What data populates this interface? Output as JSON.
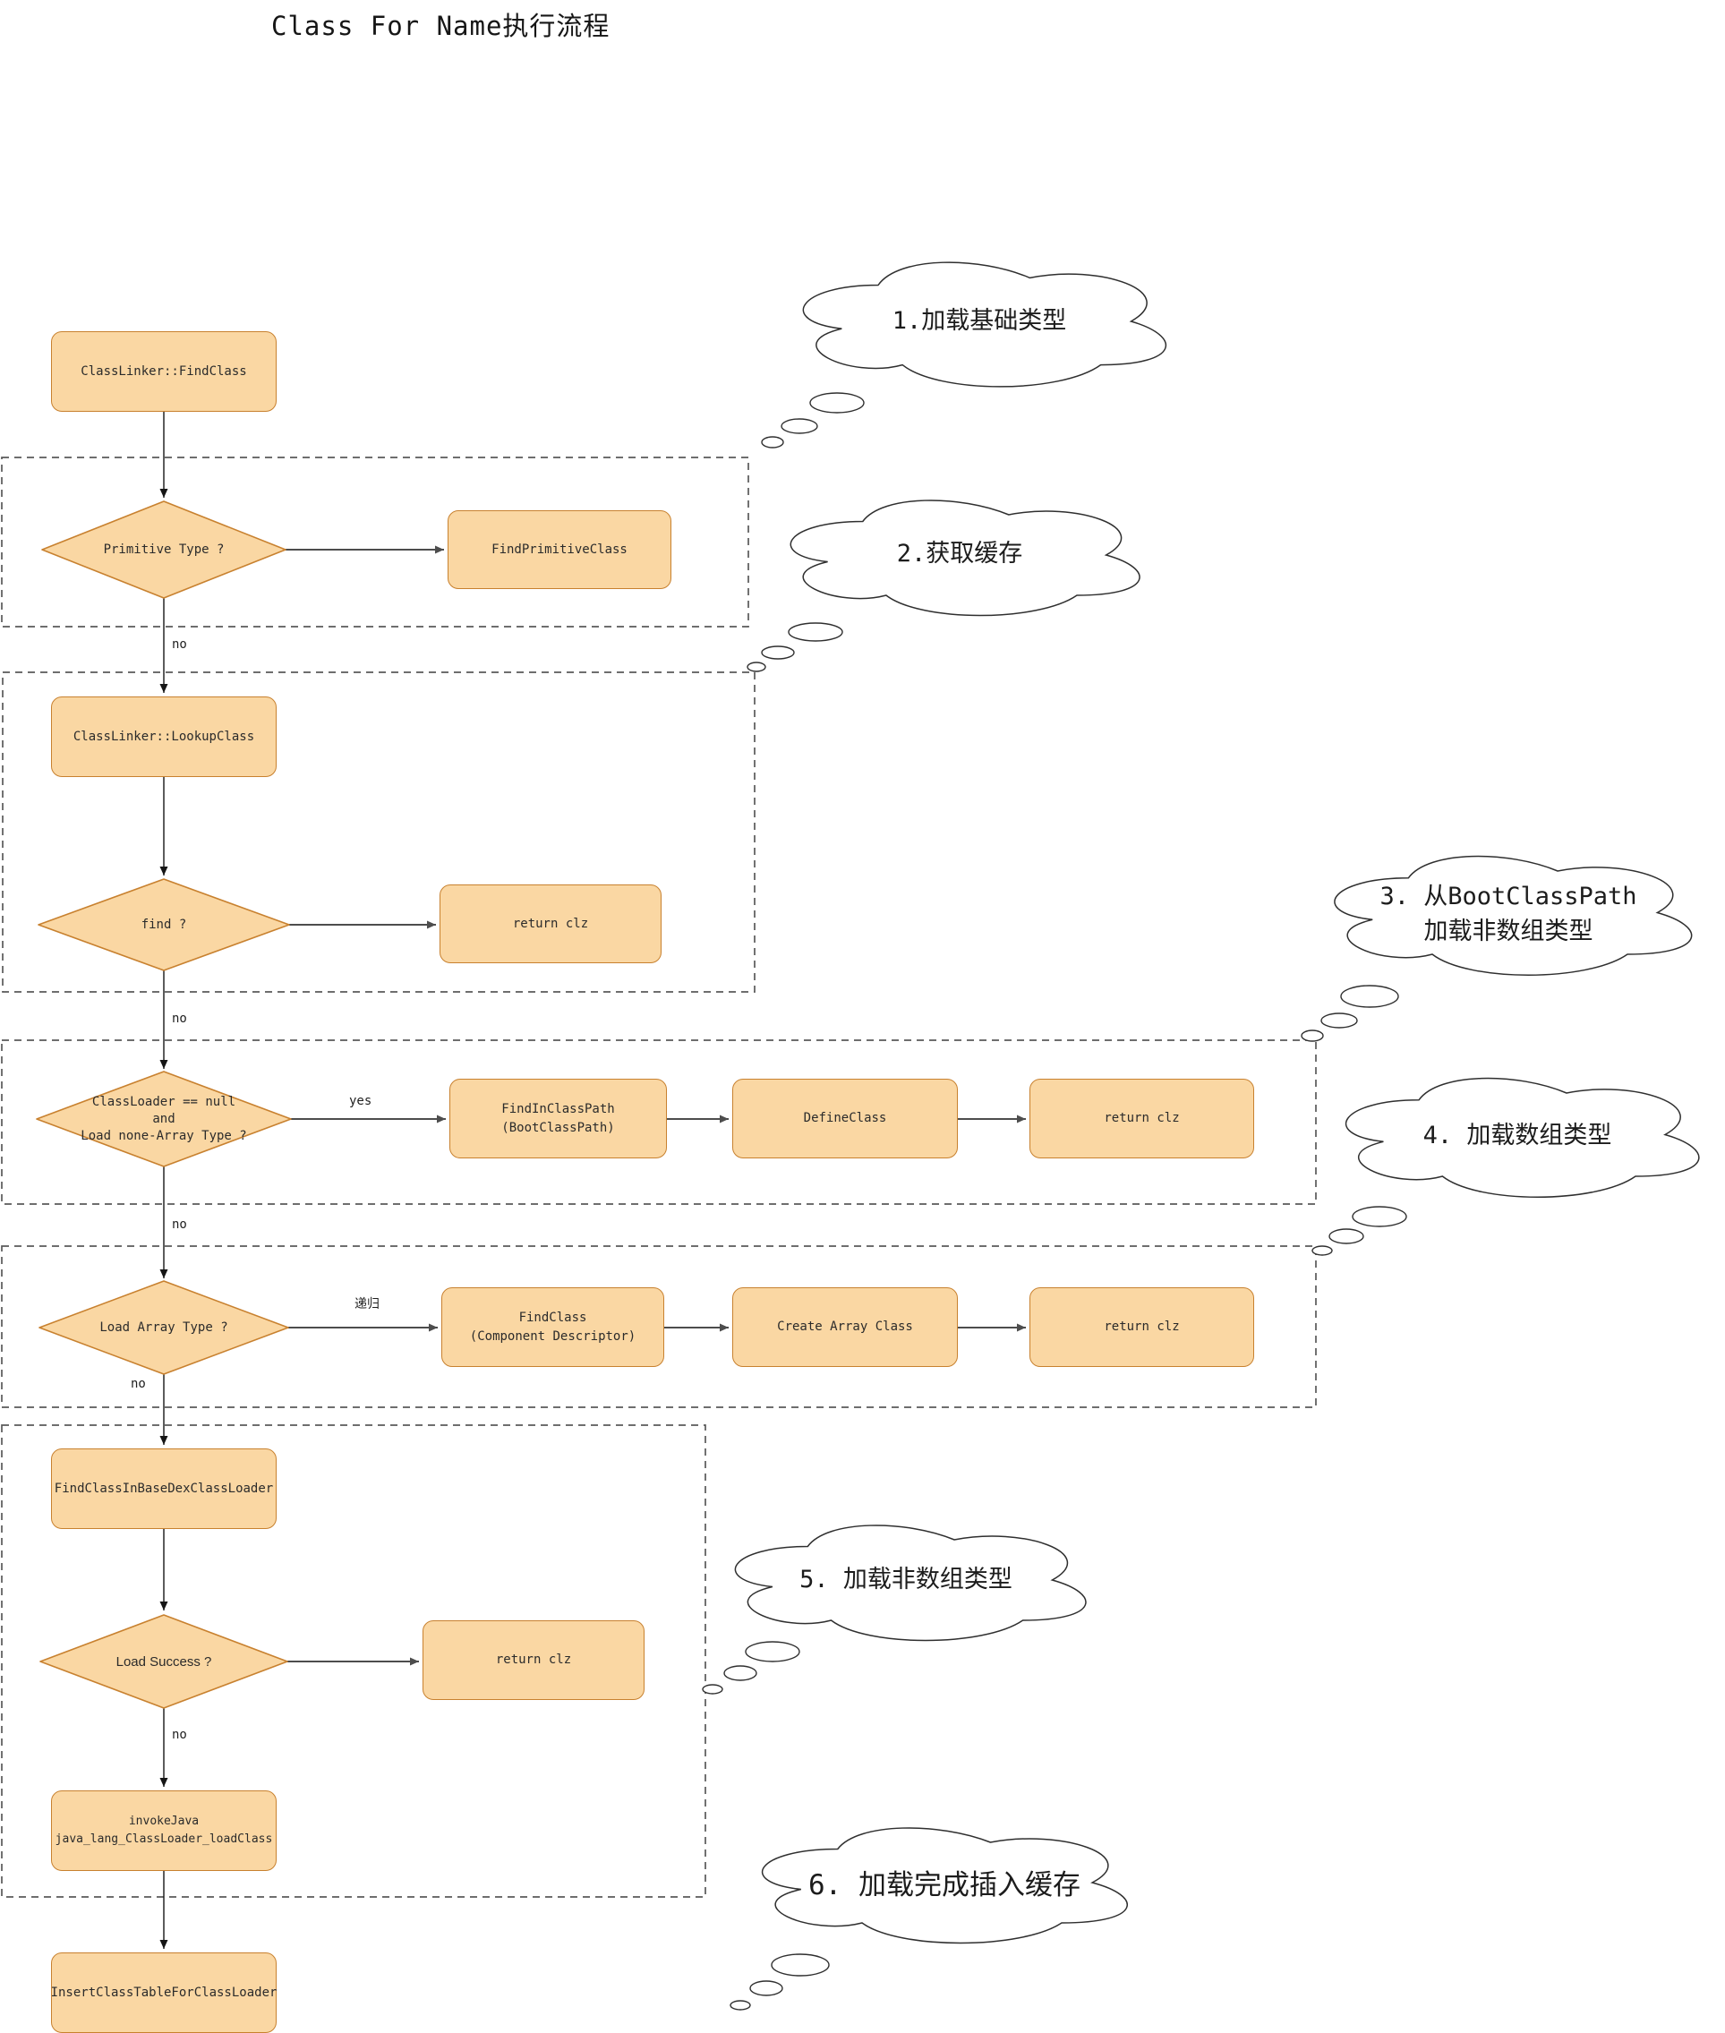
{
  "title": "Class For Name执行流程",
  "colors": {
    "node_fill": "#FAD7A3",
    "node_stroke": "#C8812F",
    "cloud_stroke": "#2F2F2F",
    "dashed_border": "#595959",
    "edge_dark": "#161616",
    "edge_gray": "#4D4D4D",
    "text": "#2B2B2B"
  },
  "nodes": {
    "find_class": "ClassLinker::FindClass",
    "primitive_type": "Primitive Type ?",
    "find_primitive_class": "FindPrimitiveClass",
    "lookup_class": "ClassLinker::LookupClass",
    "find": "find ?",
    "return_clz_1": "return clz",
    "classloader_null": "ClassLoader == null\nand\nLoad none-Array Type ?",
    "find_in_classpath": "FindInClassPath\n(BootClassPath)",
    "define_class": "DefineClass",
    "return_clz_2": "return clz",
    "load_array_type": "Load Array Type ?",
    "find_class_component": "FindClass\n(Component Descriptor)",
    "create_array_class": "Create Array Class",
    "return_clz_3": "return clz",
    "find_class_in_base_dex": "FindClassInBaseDexClassLoader",
    "load_success": "Load Success ?",
    "return_clz_4": "return clz",
    "invoke_java": "invokeJava\njava_lang_ClassLoader_loadClass",
    "insert_class_table": "InsertClassTableForClassLoader"
  },
  "edge_labels": {
    "no_primitive": "no",
    "no_find": "no",
    "yes_bootclasspath": "yes",
    "no_classloader": "no",
    "recursion": "递归",
    "no_array": "no",
    "no_load_success": "no"
  },
  "clouds": {
    "c1": "1.加载基础类型",
    "c2": "2.获取缓存",
    "c3": "3. 从BootClassPath\n加载非数组类型",
    "c4": "4. 加载数组类型",
    "c5": "5. 加载非数组类型",
    "c6": "6. 加载完成插入缓存"
  }
}
